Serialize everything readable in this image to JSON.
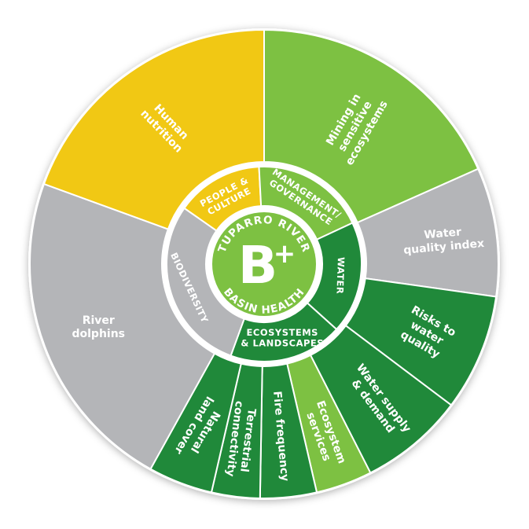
{
  "center": {
    "title_top": "TUPARRO RIVER",
    "title_bottom": "BASIN HEALTH",
    "grade": "B",
    "grade_modifier": "+"
  },
  "colors": {
    "yellow": "#F1C814",
    "green_light": "#7DC142",
    "green_dark": "#20893A",
    "gray": "#B4B5B8",
    "white": "#FFFFFF"
  },
  "categories": [
    {
      "name": "PEOPLE & CULTURE",
      "lines": [
        "PEOPLE &",
        "CULTURE"
      ],
      "color": "#F1C814"
    },
    {
      "name": "MANAGEMENT/ GOVERNANCE",
      "lines": [
        "MANAGEMENT/",
        "GOVERNANCE"
      ],
      "color": "#7DC142"
    },
    {
      "name": "WATER",
      "lines": [
        "WATER"
      ],
      "color": "#20893A"
    },
    {
      "name": "ECOSYSTEMS & LANDSCAPES",
      "lines": [
        "ECOSYSTEMS",
        "& LANDSCAPES"
      ],
      "color": "#20893A"
    },
    {
      "name": "BIODIVERSITY",
      "lines": [
        "BIODIVERSITY"
      ],
      "color": "#B4B5B8"
    }
  ],
  "indicators": [
    {
      "name": "Mining in sensitive ecosystems",
      "lines": [
        "Mining in",
        "sensitive",
        "ecosystems"
      ],
      "color": "#7DC142"
    },
    {
      "name": "Water quality index",
      "lines": [
        "Water",
        "quality index"
      ],
      "color": "#B4B5B8"
    },
    {
      "name": "Risks to water quality",
      "lines": [
        "Risks to",
        "water",
        "quality"
      ],
      "color": "#20893A"
    },
    {
      "name": "Water supply & demand",
      "lines": [
        "Water supply",
        "& demand"
      ],
      "color": "#20893A"
    },
    {
      "name": "Ecosystem services",
      "lines": [
        "Ecosystem",
        "services"
      ],
      "color": "#7DC142"
    },
    {
      "name": "Fire frequency",
      "lines": [
        "Fire frequency"
      ],
      "color": "#20893A"
    },
    {
      "name": "Terrestrial connectivity",
      "lines": [
        "Terrestrial",
        "connectivity"
      ],
      "color": "#20893A"
    },
    {
      "name": "Natural land cover",
      "lines": [
        "Natural",
        "land cover"
      ],
      "color": "#20893A"
    },
    {
      "name": "River dolphins",
      "lines": [
        "River",
        "dolphins"
      ],
      "color": "#B4B5B8"
    },
    {
      "name": "Human nutrition",
      "lines": [
        "Human",
        "nutrition"
      ],
      "color": "#F1C814"
    }
  ]
}
